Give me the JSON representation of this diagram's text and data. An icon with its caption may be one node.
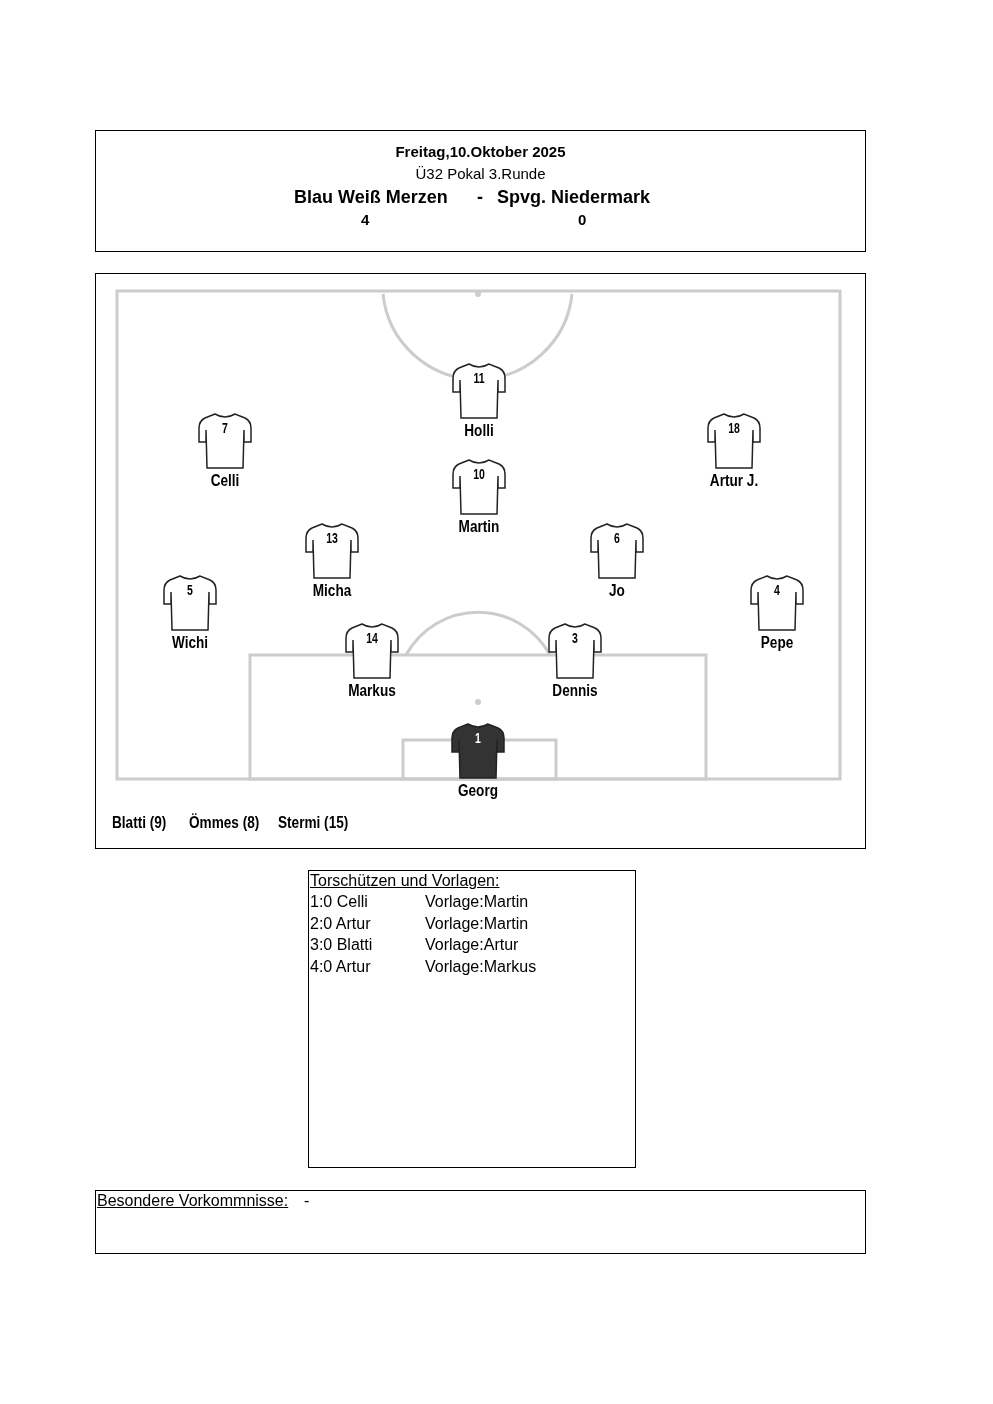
{
  "diagram": {
    "nodes": [
      {
        "text": [
          "Freitag,10.Oktober 2025",
          "Ü32 Pokal 3.Runde",
          "Blau Weiß Merzen",
          "-",
          "Spvg. Niedermark",
          "4",
          "0"
        ]
      },
      {
        "text": [
          "Blatti (9)",
          "Ömmes (8)",
          "Stermi (15)"
        ]
      },
      {
        "text": [
          "11"
        ],
        "beside": [
          "Holli"
        ],
        "in": 1
      },
      {
        "text": [
          "7"
        ],
        "beside": [
          "Celli"
        ],
        "in": 1
      },
      {
        "text": [
          "18"
        ],
        "beside": [
          "Artur J."
        ],
        "in": 1
      },
      {
        "text": [
          "10"
        ],
        "beside": [
          "Martin"
        ],
        "in": 1
      },
      {
        "text": [
          "13"
        ],
        "beside": [
          "Micha"
        ],
        "in": 1
      },
      {
        "text": [
          "6"
        ],
        "beside": [
          "Jo"
        ],
        "in": 1
      },
      {
        "text": [
          "5"
        ],
        "beside": [
          "Wichi"
        ],
        "in": 1
      },
      {
        "text": [
          "4"
        ],
        "beside": [
          "Pepe"
        ],
        "in": 1
      },
      {
        "text": [
          "14"
        ],
        "beside": [
          "Markus"
        ],
        "in": 1
      },
      {
        "text": [
          "3"
        ],
        "beside": [
          "Dennis"
        ],
        "in": 1
      },
      {
        "text": [
          "1"
        ],
        "beside": [
          "Georg"
        ],
        "in": 1
      },
      {
        "text": [
          "Torschützen und Vorlagen:",
          "1:0 Celli",
          "Vorlage:Martin",
          "2:0 Artur",
          "Vorlage:Martin",
          "3:0 Blatti",
          "Vorlage:Artur",
          "4:0 Artur",
          "Vorlage:Markus"
        ]
      },
      {
        "text": [
          "Besondere Vorkommnisse:",
          "-"
        ]
      }
    ]
  }
}
